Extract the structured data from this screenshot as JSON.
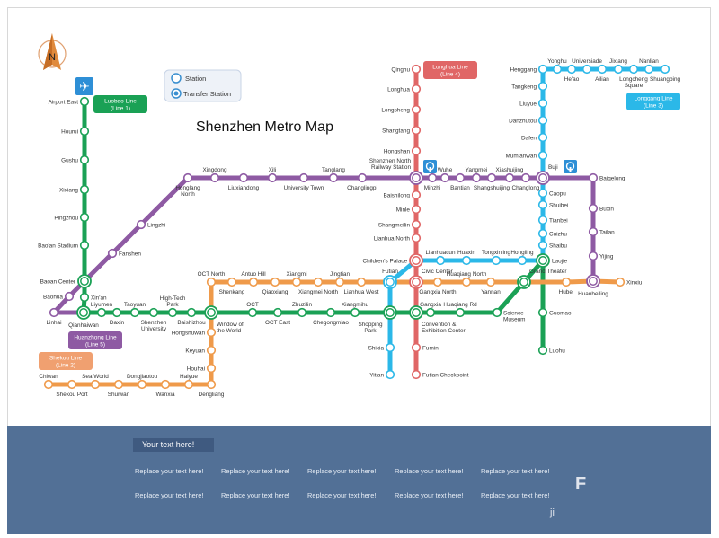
{
  "title": "Shenzhen Metro Map",
  "compass": "N",
  "legend": {
    "station": "Station",
    "transfer": "Transfer Station"
  },
  "stations": [
    "Airport East",
    "Hourui",
    "Gushu",
    "Xixiang",
    "Pingzhou",
    "Bao'an Stadium",
    "Baoan Center",
    "Xin'an",
    "Qianhaiwan",
    "Liyumen",
    "Daxin",
    "Taoyuan",
    "Shenzhen\nUniversity",
    "High-Tech\nPark",
    "Baishizhou",
    "Window of\nthe World",
    "OCT",
    "OCT East",
    "Zhuzilin",
    "Chegongmiao",
    "Xiangmihu",
    "Shopping\nPark",
    "Convention &\nExhibition Center",
    "Gangxia",
    "Huaqiang Rd",
    "Science\nMuseum",
    "Grand Theater",
    "Laojie",
    "Guomao",
    "Luohu",
    "Linhai",
    "Baohua",
    "Fanshen",
    "Lingzhi",
    "Honglang\nNorth",
    "Xingdong",
    "Liuxiandong",
    "Xili",
    "University Town",
    "Tanglang",
    "Changlingpi",
    "Shenzhen North\nRailway Station",
    "Minzhi",
    "Wuhe",
    "Bantian",
    "Yangmei",
    "Shangshuijing",
    "Xiashuijing",
    "Changlong",
    "Buji",
    "Baigelong",
    "Buxin",
    "Tailan",
    "Yijing",
    "Huanbeiling",
    "Qinghu",
    "Longhua",
    "Longsheng",
    "Shangtang",
    "Hongshan",
    "Baishilong",
    "Minle",
    "Shangmeilin",
    "Lianhua North",
    "Children's Palace",
    "Civic Center",
    "Fumin",
    "Futian Checkpoint",
    "Henggang",
    "Yonghu",
    "He'ao",
    "Universiade",
    "Ailian",
    "Jixiang",
    "Longcheng\nSquare",
    "Nanlian",
    "Shuangbing",
    "Tangkeng",
    "Liuyue",
    "Danzhutou",
    "Dafen",
    "Mumianwan",
    "Caopu",
    "Shuibei",
    "Tianbei",
    "Cuizhu",
    "Shaibu",
    "Hongling",
    "Tongxinling",
    "Huaxin",
    "Lianhuacun",
    "Futian",
    "Shixia",
    "Yitian",
    "Chiwan",
    "Shekou Port",
    "Sea World",
    "Shuiwan",
    "Dongjiaotou",
    "Wanxia",
    "Haiyue",
    "Dengliang",
    "Houhai",
    "Keyuan",
    "Hongshuwan",
    "OCT North",
    "Shenkang",
    "Antuo Hill",
    "Qiaoxiang",
    "Xiangmi",
    "Xiangmei North",
    "Jingtian",
    "Lianhua West",
    "Gangxia North",
    "Huaqiang North",
    "Yannan",
    "Hubei",
    "Xinxiu"
  ],
  "lines": [
    {
      "name": "Luobao Line",
      "sub": "(Line 1)",
      "color": "#1aa155",
      "path": [
        0,
        1,
        2,
        3,
        4,
        5,
        6,
        7,
        8,
        9,
        10,
        11,
        12,
        13,
        14,
        15,
        16,
        17,
        18,
        19,
        20,
        21,
        22,
        23,
        24,
        25,
        26,
        27,
        28,
        29
      ]
    },
    {
      "name": "Huanzhong Line",
      "sub": "(Line 5)",
      "color": "#8e5aa3",
      "path": [
        8,
        30,
        31,
        6,
        32,
        33,
        34,
        35,
        36,
        37,
        38,
        39,
        40,
        41,
        42,
        43,
        44,
        45,
        46,
        47,
        48,
        49,
        50,
        51,
        52,
        53,
        54
      ]
    },
    {
      "name": "Longhua Line",
      "sub": "(Line 4)",
      "color": "#e06666",
      "path": [
        55,
        56,
        57,
        58,
        59,
        41,
        60,
        61,
        62,
        63,
        64,
        65,
        22,
        66,
        67
      ]
    },
    {
      "name": "Longgang Line",
      "sub": "(Line 3)",
      "color": "#2bb8e8",
      "path": [
        76,
        75,
        74,
        73,
        72,
        71,
        70,
        69,
        68,
        77,
        78,
        79,
        80,
        81,
        49,
        82,
        83,
        84,
        85,
        86,
        27,
        87,
        88,
        89,
        90,
        64,
        91,
        21,
        92,
        93
      ]
    },
    {
      "name": "Shekou Line",
      "sub": "(Line 2)",
      "color": "#ef9a4a",
      "path": [
        94,
        95,
        96,
        97,
        98,
        99,
        100,
        101,
        102,
        103,
        104,
        15,
        105,
        106,
        107,
        108,
        109,
        110,
        111,
        112,
        91,
        65,
        113,
        114,
        115,
        26,
        116,
        54,
        117
      ]
    }
  ],
  "footer": {
    "heading": "Your text here!",
    "rows": [
      [
        "Replace your text here!",
        "Replace your text here!",
        "Replace your text here!",
        "Replace your text here!",
        "Replace your text here!"
      ],
      [
        "Replace your text here!",
        "Replace your text here!",
        "Replace your text here!",
        "Replace your text here!",
        "Replace your text here!"
      ]
    ],
    "artifact_f": "F",
    "artifact_ji": "ji"
  }
}
